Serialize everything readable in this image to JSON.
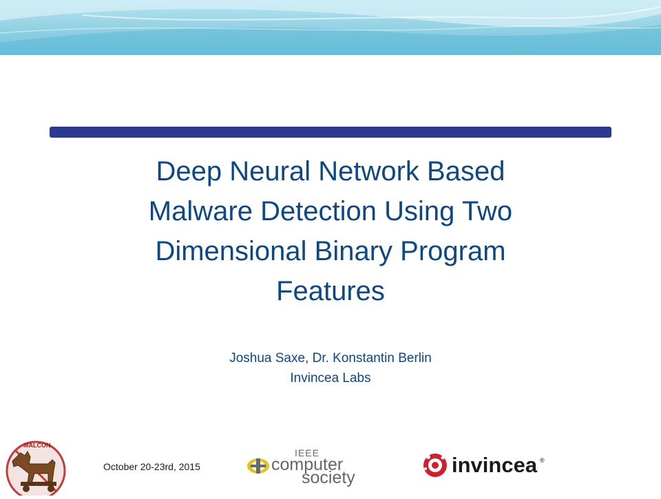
{
  "slide": {
    "title_lines": [
      "Deep Neural Network Based",
      "Malware Detection Using Two",
      "Dimensional Binary Program",
      "Features"
    ],
    "authors": "Joshua Saxe, Dr. Konstantin Berlin",
    "affiliation": "Invincea Labs",
    "date": "October 20-23rd, 2015"
  },
  "logos": {
    "malcon": {
      "text": "MALCON",
      "icon": "trojan-horse-icon"
    },
    "ieee": {
      "line0": "IEEE",
      "line1": "computer",
      "line2": "society",
      "icon": "ieee-cs-icon"
    },
    "invincea": {
      "text": "invincea",
      "mark": "®",
      "icon": "invincea-mark-icon"
    }
  },
  "colors": {
    "title": "#0d4784",
    "rule": "#2b3990",
    "banner": "#8fd0e3",
    "invincea_red": "#d0202e"
  }
}
